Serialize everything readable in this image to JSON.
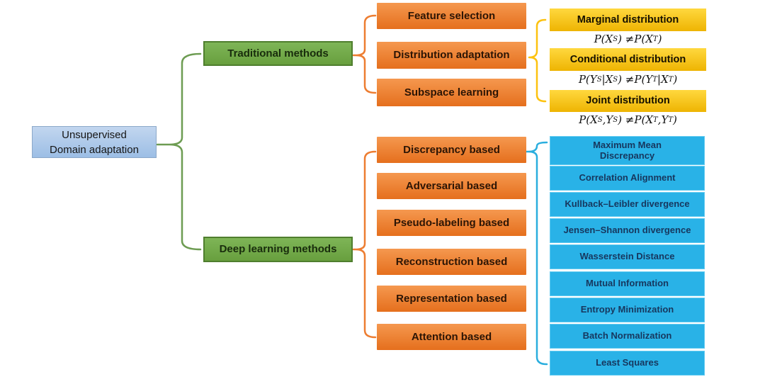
{
  "root": {
    "lines": [
      "Unsupervised",
      "Domain adaptation"
    ]
  },
  "branches": {
    "traditional": {
      "label": "Traditional methods",
      "children": [
        "Feature selection",
        "Distribution adaptation",
        "Subspace learning"
      ]
    },
    "deep": {
      "label": "Deep learning methods",
      "children": [
        "Discrepancy based",
        "Adversarial based",
        "Pseudo-labeling based",
        "Reconstruction based",
        "Representation based",
        "Attention based"
      ]
    }
  },
  "distribution_types": [
    {
      "label": "Marginal distribution",
      "formula": [
        [
          "v",
          "P"
        ],
        [
          "p",
          "("
        ],
        [
          "v",
          "X"
        ],
        [
          "s",
          "S"
        ],
        [
          "p",
          ") ≠ "
        ],
        [
          "v",
          "P"
        ],
        [
          "p",
          "("
        ],
        [
          "v",
          "X"
        ],
        [
          "s",
          "T"
        ],
        [
          "p",
          ")"
        ]
      ]
    },
    {
      "label": "Conditional distribution",
      "formula": [
        [
          "v",
          "P"
        ],
        [
          "p",
          "("
        ],
        [
          "v",
          "Y"
        ],
        [
          "s",
          "S"
        ],
        [
          "p",
          "|"
        ],
        [
          "v",
          "X"
        ],
        [
          "s",
          "S"
        ],
        [
          "p",
          ") ≠ "
        ],
        [
          "v",
          "P"
        ],
        [
          "p",
          "("
        ],
        [
          "v",
          "Y"
        ],
        [
          "s",
          "T"
        ],
        [
          "p",
          "|"
        ],
        [
          "v",
          "X"
        ],
        [
          "s",
          "T"
        ],
        [
          "p",
          ")"
        ]
      ]
    },
    {
      "label": "Joint distribution",
      "formula": [
        [
          "v",
          "P"
        ],
        [
          "p",
          "("
        ],
        [
          "v",
          "X"
        ],
        [
          "s",
          "S"
        ],
        [
          "p",
          ", "
        ],
        [
          "v",
          "Y"
        ],
        [
          "s",
          "S"
        ],
        [
          "p",
          ") ≠ "
        ],
        [
          "v",
          "P"
        ],
        [
          "p",
          "("
        ],
        [
          "v",
          "X"
        ],
        [
          "s",
          "T"
        ],
        [
          "p",
          ", "
        ],
        [
          "v",
          "Y"
        ],
        [
          "s",
          "T"
        ],
        [
          "p",
          ")"
        ]
      ]
    }
  ],
  "discrepancy_measures": [
    "Maximum Mean Discrepancy",
    "Correlation Alignment",
    "Kullback–Leibler divergence",
    "Jensen–Shannon divergence",
    "Wasserstein Distance",
    "Mutual Information",
    "Entropy Minimization",
    "Batch Normalization",
    "Least Squares"
  ],
  "colors": {
    "root_fill_light": "#c2d6ef",
    "root_fill_dark": "#9cbee5",
    "root_border": "#8ba8c9",
    "green_fill_light": "#7eb557",
    "green_fill_dark": "#689f3e",
    "green_border": "#4f7e2e",
    "green_text": "#182c0c",
    "orange_fill_light": "#f5984f",
    "orange_fill_dark": "#e56f1d",
    "orange_text": "#2c1505",
    "yellow_fill_light": "#ffd83e",
    "yellow_fill_dark": "#eeb402",
    "yellow_text": "#151000",
    "blue_fill": "#29b2e7",
    "blue_border": "#63cbf1",
    "blue_text": "#17375e",
    "brace_green": "#6d9c52",
    "brace_orange": "#ed7d31",
    "brace_yellow": "#fdc20f",
    "brace_blue": "#2aaede",
    "formula_text": "#111111"
  }
}
